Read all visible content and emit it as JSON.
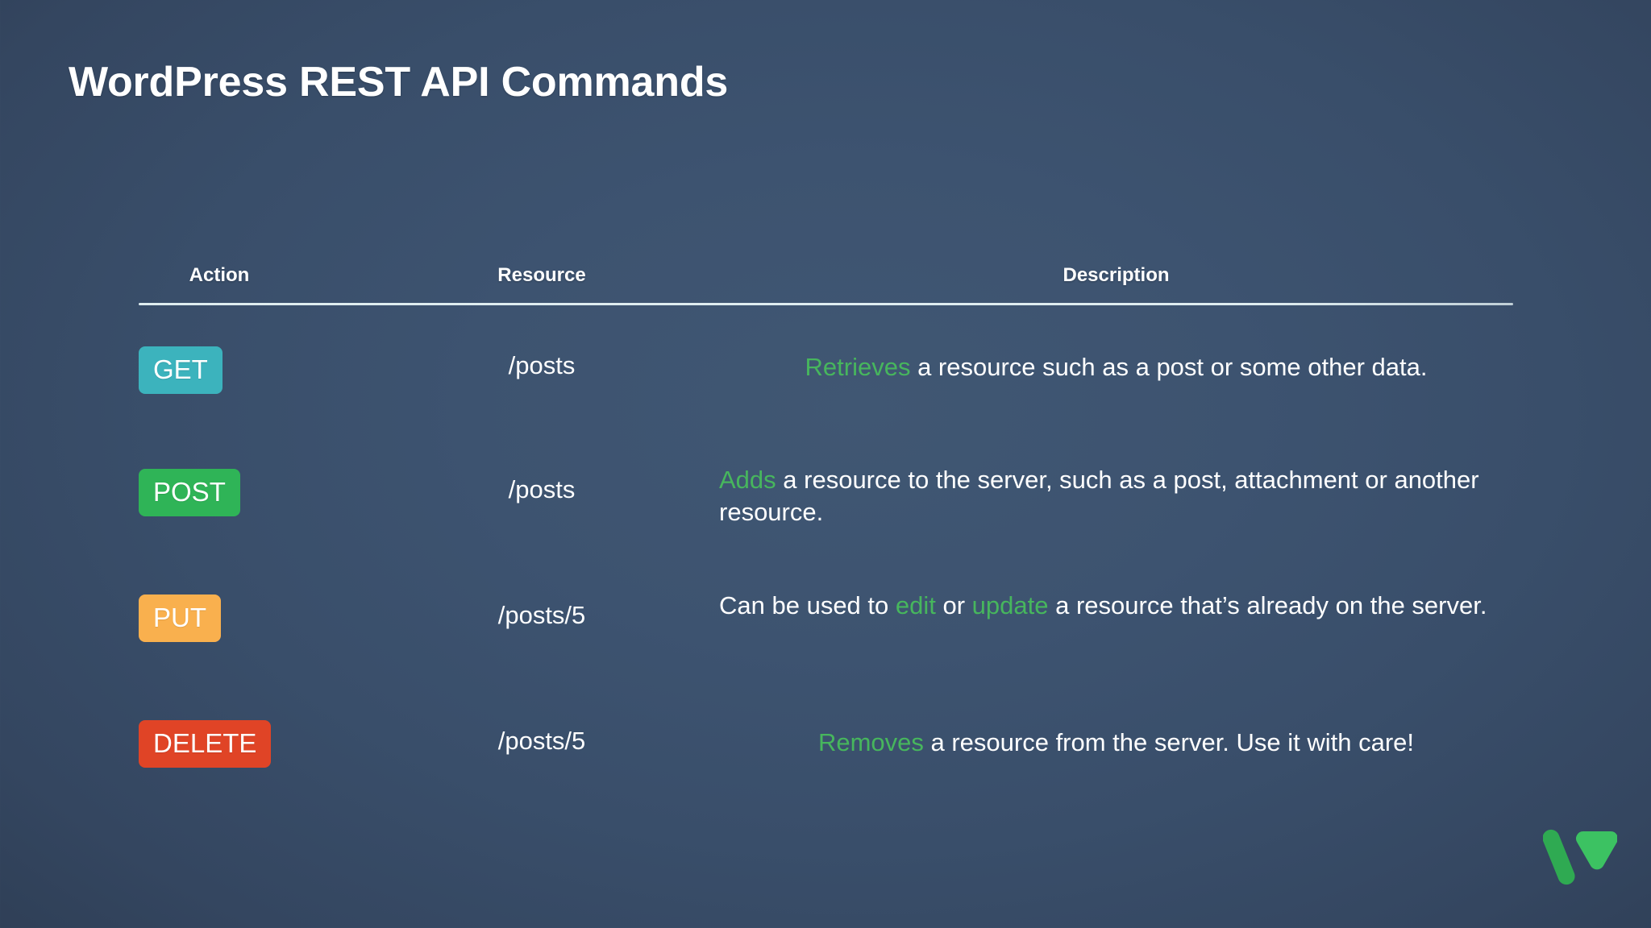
{
  "slide": {
    "title": "WordPress REST API Commands",
    "background": {
      "center_color": "#405773",
      "edge_color": "#2a3549"
    },
    "accent_color": "#47b65d",
    "rule_color": "#e2f0f2"
  },
  "table": {
    "headers": {
      "action": "Action",
      "resource": "Resource",
      "description": "Description"
    },
    "rows": [
      {
        "method": "GET",
        "badge_color": "#3cb3bd",
        "resource": "/posts",
        "description_parts": [
          {
            "text": "Retrieves",
            "accent": true
          },
          {
            "text": " a resource such as a post or some other data.",
            "accent": false
          }
        ],
        "description_plain": "Retrieves a resource such as a post or some other data.",
        "lines": 1
      },
      {
        "method": "POST",
        "badge_color": "#2fb457",
        "resource": "/posts",
        "description_parts": [
          {
            "text": "Adds",
            "accent": true
          },
          {
            "text": " a resource to the server, such as a post, attachment or another resource.",
            "accent": false
          }
        ],
        "description_plain": "Adds a resource to the server, such as a post, attachment or another resource.",
        "lines": 2
      },
      {
        "method": "PUT",
        "badge_color": "#f5b busca",
        "resource": "/posts/5",
        "description_parts": [
          {
            "text": "Can be used to ",
            "accent": false
          },
          {
            "text": "edit",
            "accent": true
          },
          {
            "text": " or ",
            "accent": false
          },
          {
            "text": "update",
            "accent": true
          },
          {
            "text": " a resource that’s already on the server.",
            "accent": false
          }
        ],
        "description_plain": "Can be used to edit or update a resource that’s already on the server.",
        "lines": 2
      },
      {
        "method": "DELETE",
        "badge_color": "#e04426",
        "resource": "/posts/5",
        "description_parts": [
          {
            "text": "Removes",
            "accent": true
          },
          {
            "text": " a resource from the server. Use it with care!",
            "accent": false
          }
        ],
        "description_plain": "Removes a resource from the server. Use it with care!",
        "lines": 1
      }
    ]
  },
  "logo": {
    "name": "v-logo",
    "color_bar": "#2faa52",
    "color_triangle": "#3cc262"
  }
}
